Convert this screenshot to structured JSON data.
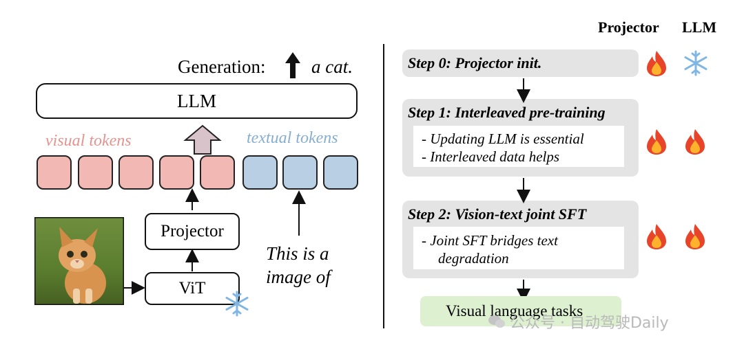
{
  "left": {
    "generation_label": "Generation:",
    "generation_output": "a cat.",
    "llm_label": "LLM",
    "visual_tokens_label": "visual tokens",
    "textual_tokens_label": "textual tokens",
    "projector_label": "Projector",
    "vit_label": "ViT",
    "text_input_line1": "This is a",
    "text_input_line2": "image of",
    "visual_token_count": 5,
    "textual_token_count": 3
  },
  "right": {
    "header_projector": "Projector",
    "header_llm": "LLM",
    "steps": [
      {
        "title": "Step 0: Projector init.",
        "bullets": [],
        "projector": "fire-icon",
        "llm": "snowflake-icon"
      },
      {
        "title": "Step 1: Interleaved pre-training",
        "bullets": [
          "- Updating LLM is essential",
          "- Interleaved data helps"
        ],
        "projector": "fire-icon",
        "llm": "fire-icon"
      },
      {
        "title": "Step 2: Vision-text joint SFT",
        "bullets": [
          "- Joint SFT bridges text",
          "degradation"
        ],
        "projector": "fire-icon",
        "llm": "fire-icon"
      }
    ],
    "final_task": "Visual language tasks"
  },
  "watermark": "公众号 · 自动驾驶Daily",
  "colors": {
    "visual_token": "#f2b8b4",
    "textual_token": "#b9cfe4",
    "step_bg": "#e4e4e4",
    "task_bg": "#ddf0cf"
  }
}
